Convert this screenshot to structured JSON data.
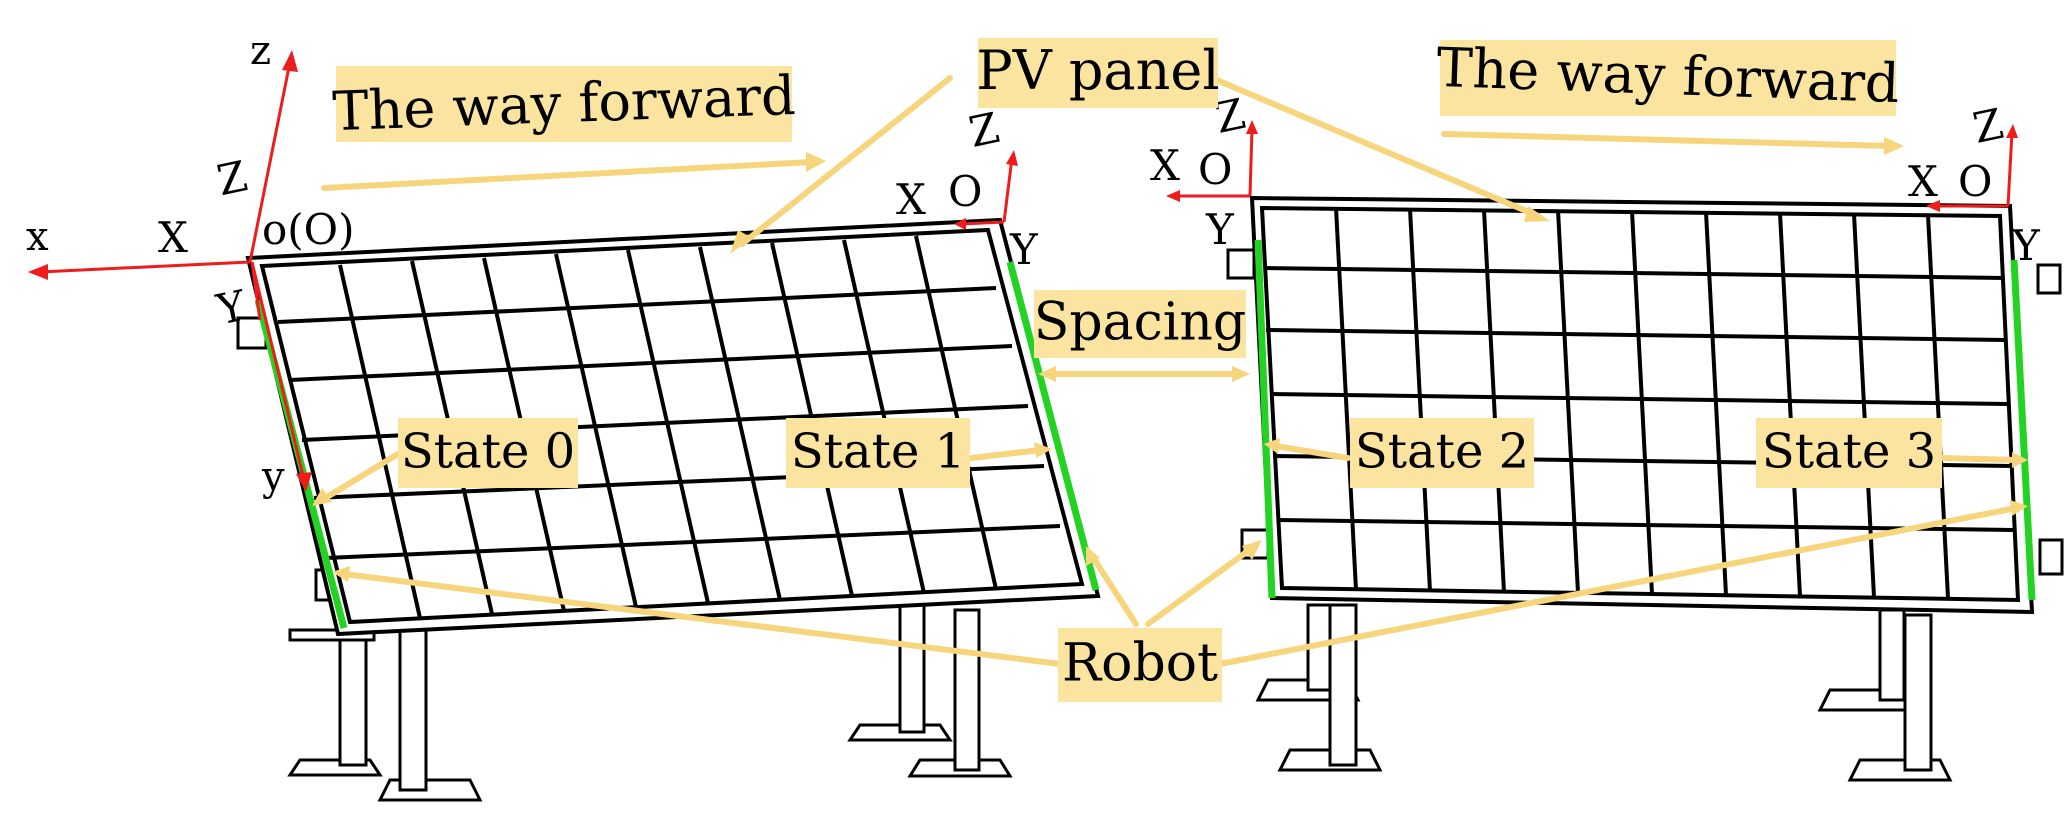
{
  "labels": {
    "way_forward_left": "The way forward",
    "way_forward_right": "The way forward",
    "pv_panel": "PV panel",
    "spacing": "Spacing",
    "robot": "Robot",
    "state0": "State 0",
    "state1": "State 1",
    "state2": "State 2",
    "state3": "State 3"
  },
  "axes": {
    "world": {
      "x": "x",
      "y": "y",
      "z": "z",
      "origin": "o(O)"
    },
    "frame0": {
      "X": "X",
      "Y": "Y",
      "Z": "Z"
    },
    "frame1": {
      "X": "X",
      "Y": "Y",
      "Z": "Z",
      "O": "O"
    },
    "frame2": {
      "X": "X",
      "Y": "Y",
      "Z": "Z",
      "O": "O"
    },
    "frame3": {
      "X": "X",
      "Y": "Y",
      "Z": "Z",
      "O": "O"
    }
  },
  "colors": {
    "callout_fill": "#fbe3a0",
    "pointer": "#f7d57c",
    "axis": "#ee1c1c",
    "robot_rail": "#22d322",
    "panel_line": "#000000"
  }
}
